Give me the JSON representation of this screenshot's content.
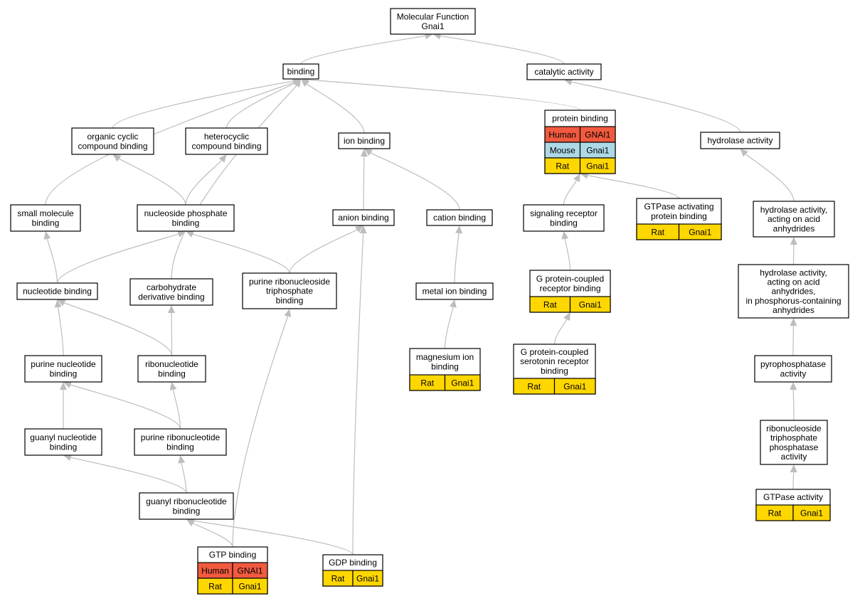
{
  "colors": {
    "human": "#f15a3f",
    "mouse": "#add8e6",
    "rat": "#ffd700",
    "edge": "#bdbdbd",
    "border": "#000000"
  },
  "nodes": [
    {
      "id": "mf",
      "lines": [
        "Molecular Function",
        "Gnai1"
      ]
    },
    {
      "id": "binding",
      "lines": [
        "binding"
      ]
    },
    {
      "id": "catalytic",
      "lines": [
        "catalytic activity"
      ]
    },
    {
      "id": "protein_binding",
      "lines": [
        "protein binding"
      ],
      "rows": [
        [
          "Human",
          "GNAI1"
        ],
        [
          "Mouse",
          "Gnai1"
        ],
        [
          "Rat",
          "Gnai1"
        ]
      ]
    },
    {
      "id": "hydrolase",
      "lines": [
        "hydrolase activity"
      ]
    },
    {
      "id": "organic_cyclic",
      "lines": [
        "organic cyclic",
        "compound binding"
      ]
    },
    {
      "id": "heterocyclic",
      "lines": [
        "heterocyclic",
        "compound binding"
      ]
    },
    {
      "id": "ion_binding",
      "lines": [
        "ion binding"
      ]
    },
    {
      "id": "small_molecule",
      "lines": [
        "small molecule",
        "binding"
      ]
    },
    {
      "id": "nucleoside_phosphate",
      "lines": [
        "nucleoside phosphate",
        "binding"
      ]
    },
    {
      "id": "anion_binding",
      "lines": [
        "anion binding"
      ]
    },
    {
      "id": "cation_binding",
      "lines": [
        "cation binding"
      ]
    },
    {
      "id": "signaling_receptor",
      "lines": [
        "signaling receptor",
        "binding"
      ]
    },
    {
      "id": "gtpase_activating",
      "lines": [
        "GTPase activating",
        "protein binding"
      ],
      "rows": [
        [
          "Rat",
          "Gnai1"
        ]
      ]
    },
    {
      "id": "hydrolase_acid",
      "lines": [
        "hydrolase activity,",
        "acting on acid",
        "anhydrides"
      ]
    },
    {
      "id": "nucleotide_binding",
      "lines": [
        "nucleotide binding"
      ]
    },
    {
      "id": "carbohydrate_derivative",
      "lines": [
        "carbohydrate",
        "derivative binding"
      ]
    },
    {
      "id": "purine_ribonucleoside_tp",
      "lines": [
        "purine ribonucleoside",
        "triphosphate",
        "binding"
      ]
    },
    {
      "id": "metal_ion",
      "lines": [
        "metal ion binding"
      ]
    },
    {
      "id": "gpcr_binding",
      "lines": [
        "G protein-coupled",
        "receptor binding"
      ],
      "rows": [
        [
          "Rat",
          "Gnai1"
        ]
      ]
    },
    {
      "id": "hydrolase_phosphorus",
      "lines": [
        "hydrolase activity,",
        "acting on acid",
        "anhydrides,",
        "in phosphorus-containing",
        "anhydrides"
      ]
    },
    {
      "id": "purine_nucleotide",
      "lines": [
        "purine nucleotide",
        "binding"
      ]
    },
    {
      "id": "ribonucleotide",
      "lines": [
        "ribonucleotide",
        "binding"
      ]
    },
    {
      "id": "magnesium_ion",
      "lines": [
        "magnesium ion",
        "binding"
      ],
      "rows": [
        [
          "Rat",
          "Gnai1"
        ]
      ]
    },
    {
      "id": "serotonin_receptor",
      "lines": [
        "G protein-coupled",
        "serotonin receptor",
        "binding"
      ],
      "rows": [
        [
          "Rat",
          "Gnai1"
        ]
      ]
    },
    {
      "id": "pyrophosphatase",
      "lines": [
        "pyrophosphatase",
        "activity"
      ]
    },
    {
      "id": "guanyl_nucleotide",
      "lines": [
        "guanyl nucleotide",
        "binding"
      ]
    },
    {
      "id": "purine_ribonucleotide",
      "lines": [
        "purine ribonucleotide",
        "binding"
      ]
    },
    {
      "id": "ribonucleoside_tp_phosphatase",
      "lines": [
        "ribonucleoside",
        "triphosphate",
        "phosphatase",
        "activity"
      ]
    },
    {
      "id": "guanyl_ribonucleotide",
      "lines": [
        "guanyl ribonucleotide",
        "binding"
      ]
    },
    {
      "id": "gtpase_activity",
      "lines": [
        "GTPase activity"
      ],
      "rows": [
        [
          "Rat",
          "Gnai1"
        ]
      ]
    },
    {
      "id": "gtp_binding",
      "lines": [
        "GTP binding"
      ],
      "rows": [
        [
          "Human",
          "GNAI1"
        ],
        [
          "Rat",
          "Gnai1"
        ]
      ]
    },
    {
      "id": "gdp_binding",
      "lines": [
        "GDP binding"
      ],
      "rows": [
        [
          "Rat",
          "Gnai1"
        ]
      ]
    }
  ],
  "edges": [
    [
      "binding",
      "mf"
    ],
    [
      "catalytic",
      "mf"
    ],
    [
      "protein_binding",
      "binding"
    ],
    [
      "hydrolase",
      "catalytic"
    ],
    [
      "organic_cyclic",
      "binding"
    ],
    [
      "heterocyclic",
      "binding"
    ],
    [
      "ion_binding",
      "binding"
    ],
    [
      "small_molecule",
      "binding"
    ],
    [
      "carbohydrate_derivative",
      "binding"
    ],
    [
      "nucleoside_phosphate",
      "organic_cyclic"
    ],
    [
      "nucleoside_phosphate",
      "heterocyclic"
    ],
    [
      "anion_binding",
      "ion_binding"
    ],
    [
      "cation_binding",
      "ion_binding"
    ],
    [
      "signaling_receptor",
      "protein_binding"
    ],
    [
      "gtpase_activating",
      "protein_binding"
    ],
    [
      "hydrolase_acid",
      "hydrolase"
    ],
    [
      "nucleotide_binding",
      "small_molecule"
    ],
    [
      "nucleotide_binding",
      "nucleoside_phosphate"
    ],
    [
      "purine_ribonucleoside_tp",
      "nucleoside_phosphate"
    ],
    [
      "purine_ribonucleoside_tp",
      "anion_binding"
    ],
    [
      "metal_ion",
      "cation_binding"
    ],
    [
      "gpcr_binding",
      "signaling_receptor"
    ],
    [
      "hydrolase_phosphorus",
      "hydrolase_acid"
    ],
    [
      "purine_nucleotide",
      "nucleotide_binding"
    ],
    [
      "ribonucleotide",
      "nucleotide_binding"
    ],
    [
      "ribonucleotide",
      "carbohydrate_derivative"
    ],
    [
      "magnesium_ion",
      "metal_ion"
    ],
    [
      "serotonin_receptor",
      "gpcr_binding"
    ],
    [
      "pyrophosphatase",
      "hydrolase_phosphorus"
    ],
    [
      "guanyl_nucleotide",
      "purine_nucleotide"
    ],
    [
      "purine_ribonucleotide",
      "purine_nucleotide"
    ],
    [
      "purine_ribonucleotide",
      "ribonucleotide"
    ],
    [
      "ribonucleoside_tp_phosphatase",
      "pyrophosphatase"
    ],
    [
      "guanyl_ribonucleotide",
      "guanyl_nucleotide"
    ],
    [
      "guanyl_ribonucleotide",
      "purine_ribonucleotide"
    ],
    [
      "gtpase_activity",
      "ribonucleoside_tp_phosphatase"
    ],
    [
      "gtp_binding",
      "guanyl_ribonucleotide"
    ],
    [
      "gtp_binding",
      "purine_ribonucleoside_tp"
    ],
    [
      "gdp_binding",
      "guanyl_ribonucleotide"
    ],
    [
      "gdp_binding",
      "anion_binding"
    ]
  ]
}
